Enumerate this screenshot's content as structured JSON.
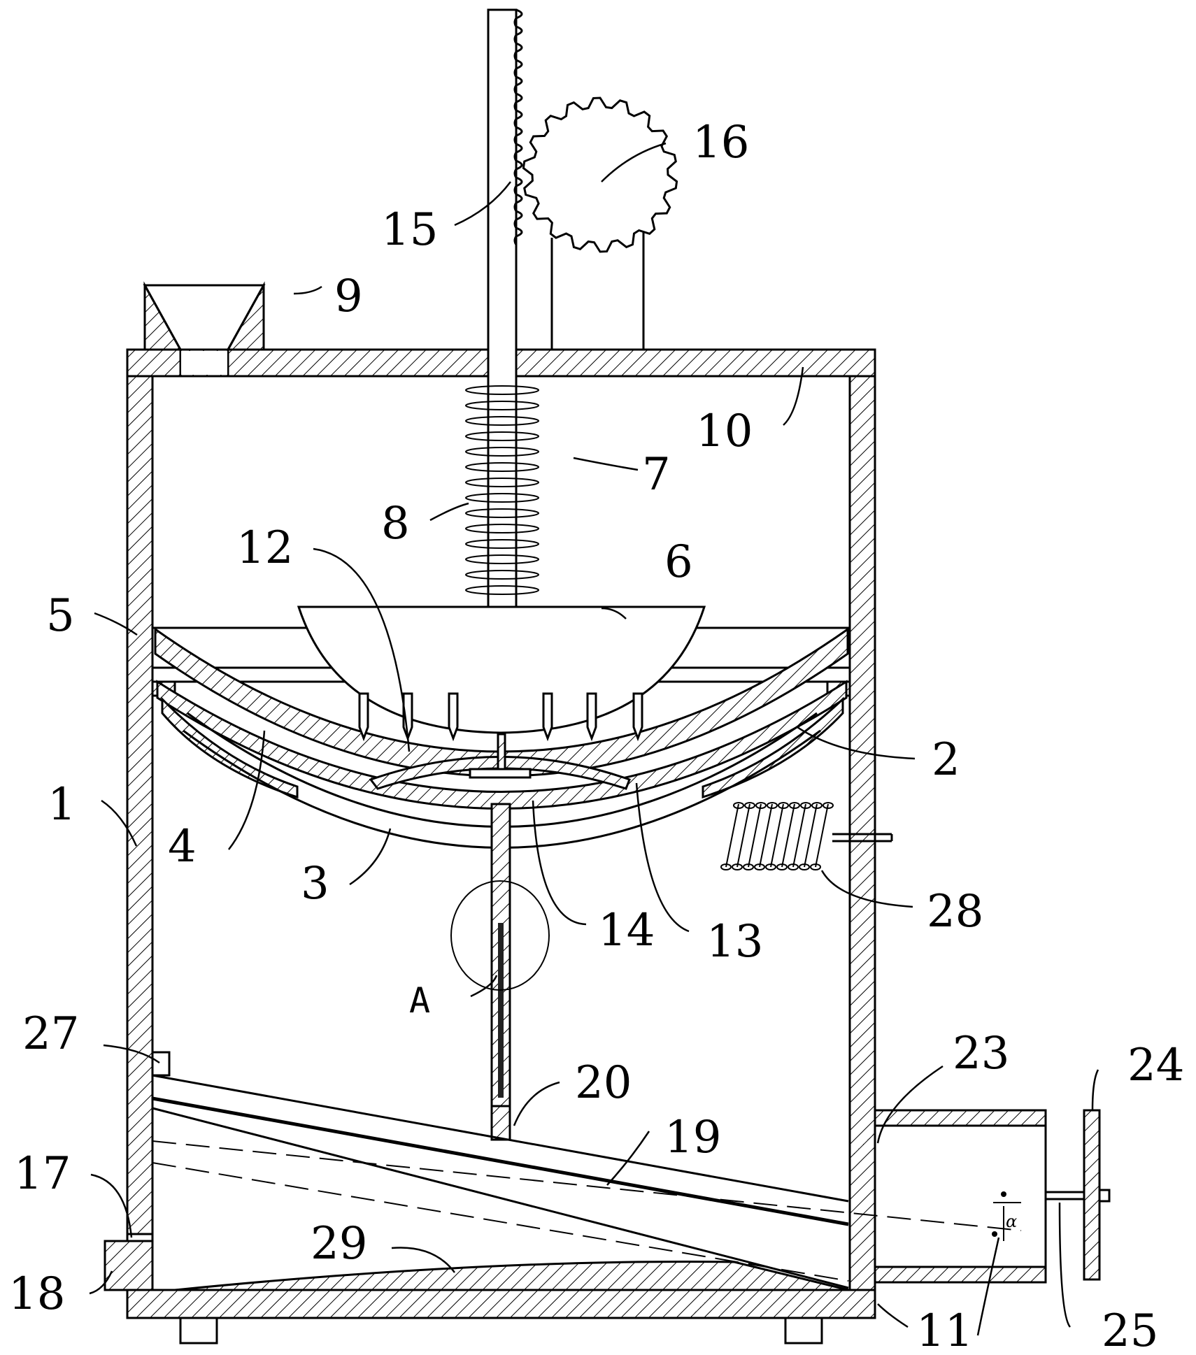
{
  "labels": {
    "n1": "1",
    "n2": "2",
    "n3": "3",
    "n4": "4",
    "n5": "5",
    "n6": "6",
    "n7": "7",
    "n8": "8",
    "n9": "9",
    "n10": "10",
    "n11": "11",
    "n12": "12",
    "n13": "13",
    "n14": "14",
    "n15": "15",
    "n16": "16",
    "n17": "17",
    "n18": "18",
    "n19": "19",
    "n20": "20",
    "n23": "23",
    "n24": "24",
    "n25": "25",
    "n27": "27",
    "n28": "28",
    "n29": "29",
    "detailA": "A",
    "angle": "α"
  }
}
